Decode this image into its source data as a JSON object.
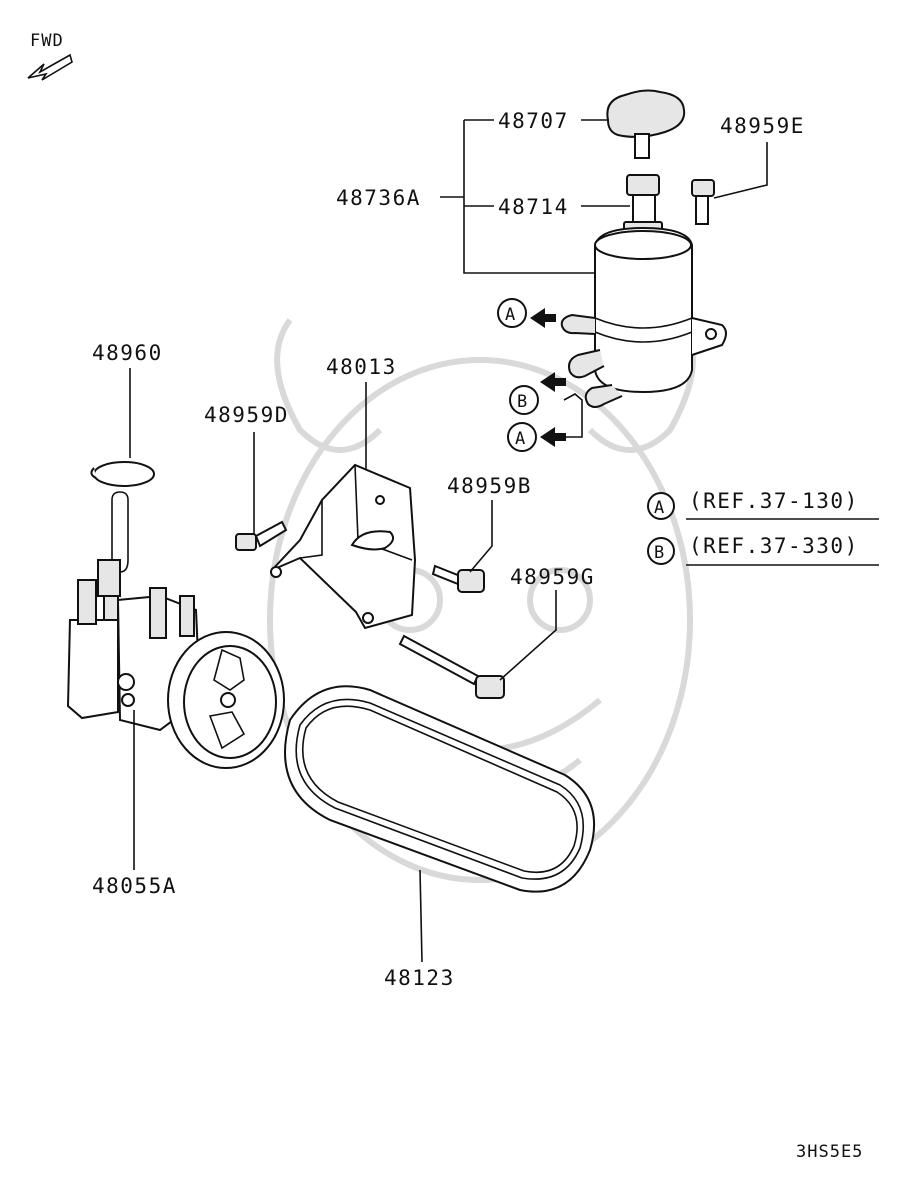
{
  "orientation_label": "FWD",
  "diagram_code": "3HS5E5",
  "parts": {
    "cap": "48707",
    "strainer": "48714",
    "reservoir_assy": "48736A",
    "reservoir_bolt": "48959E",
    "clip": "48960",
    "bracket": "48013",
    "bracket_bolt_d": "48959D",
    "bracket_bolt_b": "48959B",
    "long_bolt": "48959G",
    "pump": "48055A",
    "belt": "48123"
  },
  "connectors": {
    "a": "A",
    "b": "B"
  },
  "references": [
    {
      "key": "A",
      "text": "(REF.37-130)"
    },
    {
      "key": "B",
      "text": "(REF.37-330)"
    }
  ]
}
